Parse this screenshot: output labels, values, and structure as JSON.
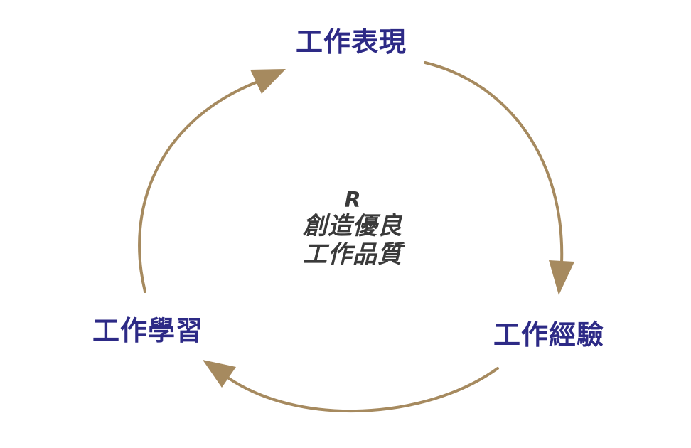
{
  "colors": {
    "node_text": "#2d2a86",
    "arrow": "#a68a5f",
    "center_text": "#3a3a3a",
    "background": "#ffffff"
  },
  "cycle": {
    "nodes": {
      "top": "工作表現",
      "right": "工作經驗",
      "left": "工作學習"
    },
    "center": {
      "letter": "R",
      "line1": "創造優良",
      "line2": "工作品質"
    }
  }
}
